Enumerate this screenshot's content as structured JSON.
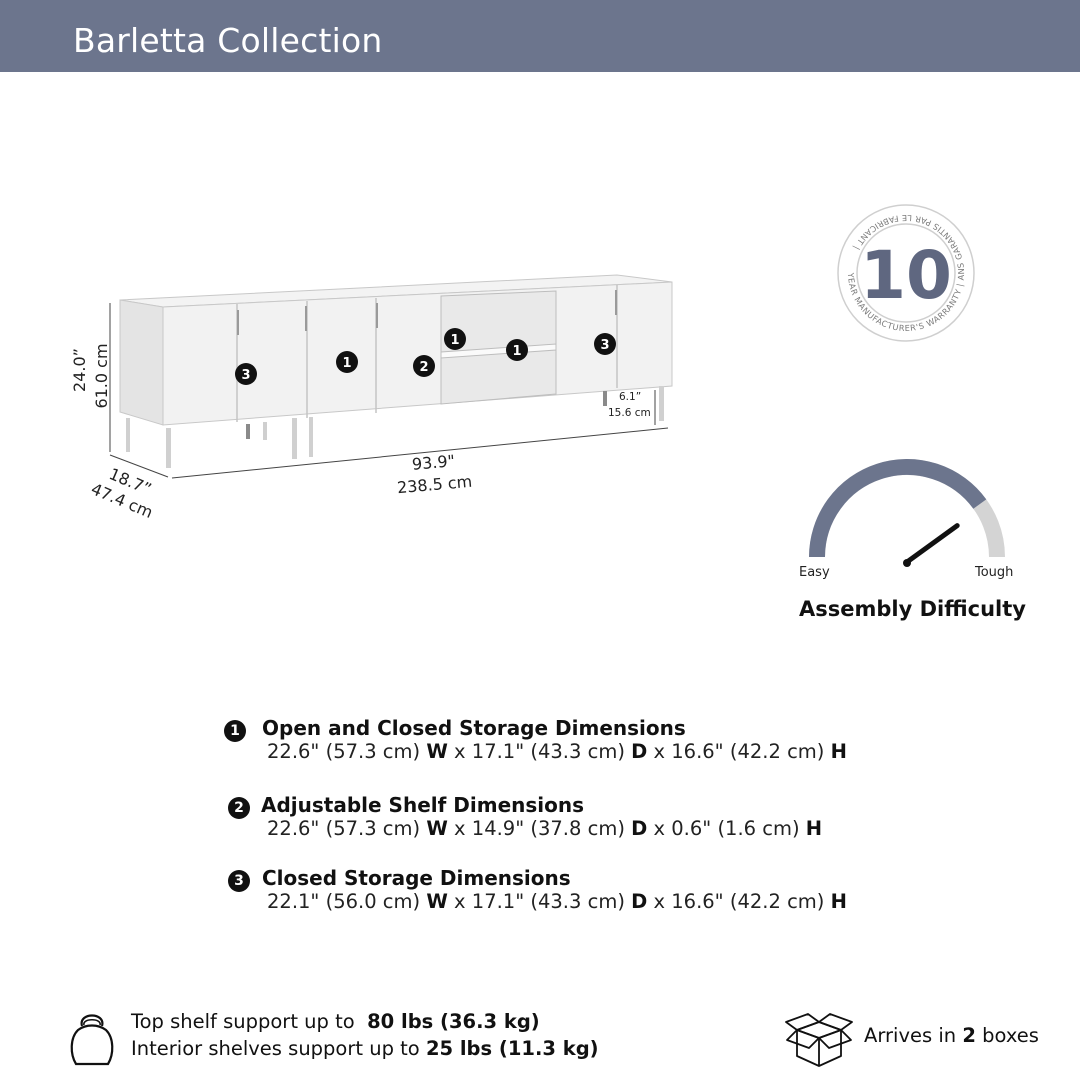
{
  "header": {
    "title": "Barletta Collection"
  },
  "diagram": {
    "callouts": [
      "3",
      "1",
      "2",
      "1",
      "1",
      "3"
    ],
    "height_in": "24.0”",
    "height_cm": "61.0 cm",
    "depth_in": "18.7”",
    "depth_cm": "47.4 cm",
    "width_in": "93.9\"",
    "width_cm": "238.5 cm",
    "leg_in": "6.1”",
    "leg_cm": "15.6 cm"
  },
  "warranty": {
    "years": "10",
    "ring_text": "YEAR MANUFACTURER'S WARRANTY | ANS GARANTIS PAR LE FABRICANT |"
  },
  "difficulty": {
    "easy_label": "Easy",
    "tough_label": "Tough",
    "title": "Assembly Difficulty",
    "level": 0.8,
    "colors": {
      "filled": "#6c758d",
      "remaining": "#d4d4d4"
    }
  },
  "dimensions": [
    {
      "number": "1",
      "title": "Open and Closed Storage Dimensions",
      "w": "22.6\" (57.3 cm)",
      "w_label": "W",
      "d": "17.1\" (43.3 cm)",
      "d_label": "D",
      "h": "16.6\" (42.2 cm)",
      "h_label": "H"
    },
    {
      "number": "2",
      "title": "Adjustable Shelf Dimensions",
      "w": "22.6\" (57.3 cm)",
      "w_label": "W",
      "d": "14.9\" (37.8 cm)",
      "d_label": "D",
      "h": "0.6\" (1.6 cm)",
      "h_label": "H"
    },
    {
      "number": "3",
      "title": "Closed Storage Dimensions",
      "w": "22.1\" (56.0 cm)",
      "w_label": "W",
      "d": "17.1\" (43.3 cm)",
      "d_label": "D",
      "h": "16.6\" (42.2 cm)",
      "h_label": "H"
    }
  ],
  "support": {
    "line1_prefix": "Top shelf support up to",
    "line1_value": "80 lbs (36.3 kg)",
    "line2_prefix": "Interior shelves support up to",
    "line2_value": "25 lbs (11.3 kg)",
    "icon": "kettlebell-icon"
  },
  "boxes": {
    "prefix": "Arrives in",
    "count": "2",
    "suffix": "boxes",
    "icon": "open-box-icon"
  },
  "colors": {
    "header_bg": "#6c758d",
    "header_text": "#ffffff"
  }
}
